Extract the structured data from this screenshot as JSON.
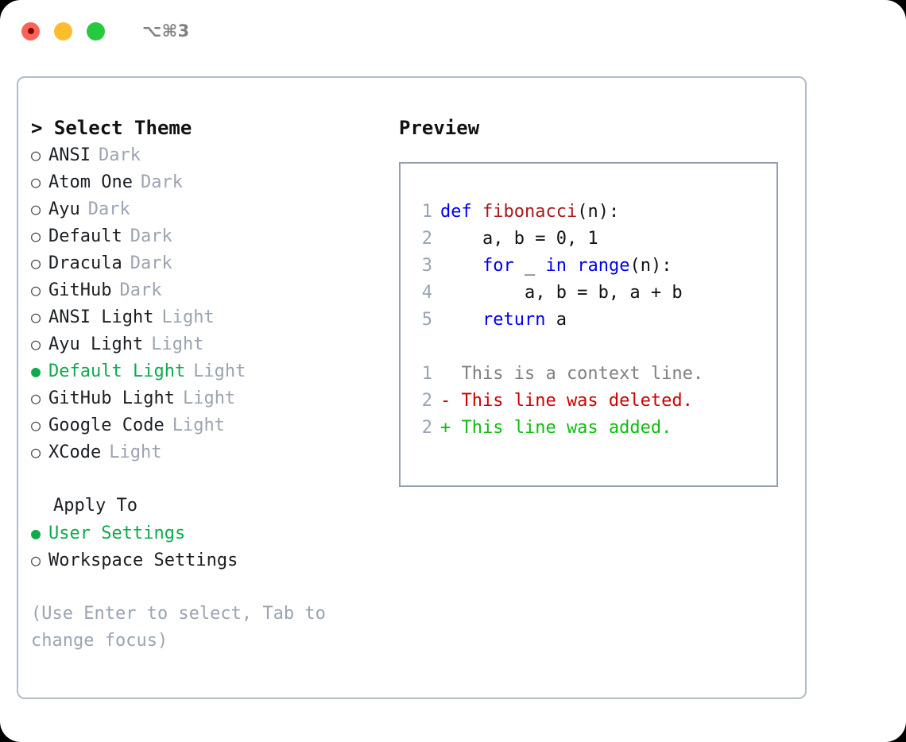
{
  "window": {
    "shortcut": "⌥⌘3",
    "traffic_lights": [
      {
        "name": "close",
        "color": "#ff6159"
      },
      {
        "name": "minimize",
        "color": "#ffbd2e"
      },
      {
        "name": "maximize",
        "color": "#27c93f"
      }
    ]
  },
  "colors": {
    "accent_green": "#0eaa4f",
    "muted": "#9aa4b2",
    "border": "#b3bcc8",
    "preview_border": "#94a0b0",
    "keyword_blue": "#0000ee",
    "function_red": "#a61b1b",
    "diff_add": "#11bb11",
    "diff_del": "#cc0000",
    "diff_ctx": "#808080"
  },
  "left": {
    "title": "> Select Theme",
    "themes": [
      {
        "marker": "○",
        "name": "ANSI",
        "tag": "Dark",
        "selected": false
      },
      {
        "marker": "○",
        "name": "Atom One",
        "tag": "Dark",
        "selected": false
      },
      {
        "marker": "○",
        "name": "Ayu",
        "tag": "Dark",
        "selected": false
      },
      {
        "marker": "○",
        "name": "Default",
        "tag": "Dark",
        "selected": false
      },
      {
        "marker": "○",
        "name": "Dracula",
        "tag": "Dark",
        "selected": false
      },
      {
        "marker": "○",
        "name": "GitHub",
        "tag": "Dark",
        "selected": false
      },
      {
        "marker": "○",
        "name": "ANSI Light",
        "tag": "Light",
        "selected": false
      },
      {
        "marker": "○",
        "name": "Ayu Light",
        "tag": "Light",
        "selected": false
      },
      {
        "marker": "●",
        "name": "Default Light",
        "tag": "Light",
        "selected": true
      },
      {
        "marker": "○",
        "name": "GitHub Light",
        "tag": "Light",
        "selected": false
      },
      {
        "marker": "○",
        "name": "Google Code",
        "tag": "Light",
        "selected": false
      },
      {
        "marker": "○",
        "name": "XCode",
        "tag": "Light",
        "selected": false
      }
    ],
    "apply_to_title": "Apply To",
    "apply_to": [
      {
        "marker": "●",
        "name": "User Settings",
        "selected": true
      },
      {
        "marker": "○",
        "name": "Workspace Settings",
        "selected": false
      }
    ],
    "hint": "(Use Enter to select, Tab to change focus)"
  },
  "right": {
    "label": "Preview",
    "code_lines": [
      {
        "no": "1",
        "tokens": [
          {
            "t": "def ",
            "k": "kw"
          },
          {
            "t": "fibonacci",
            "k": "fn"
          },
          {
            "t": "(n):",
            "k": "plain"
          }
        ]
      },
      {
        "no": "2",
        "tokens": [
          {
            "t": "    a, b = 0, 1",
            "k": "plain"
          }
        ]
      },
      {
        "no": "3",
        "tokens": [
          {
            "t": "    ",
            "k": "plain"
          },
          {
            "t": "for ",
            "k": "kw"
          },
          {
            "t": "_ ",
            "k": "plain"
          },
          {
            "t": "in ",
            "k": "kw"
          },
          {
            "t": "range",
            "k": "kw"
          },
          {
            "t": "(n):",
            "k": "plain"
          }
        ]
      },
      {
        "no": "4",
        "tokens": [
          {
            "t": "        a, b = b, a + b",
            "k": "plain"
          }
        ]
      },
      {
        "no": "5",
        "tokens": [
          {
            "t": "    ",
            "k": "plain"
          },
          {
            "t": "return ",
            "k": "kw"
          },
          {
            "t": "a",
            "k": "plain"
          }
        ]
      }
    ],
    "diff_lines": [
      {
        "no": "1",
        "text": "  This is a context line.",
        "kind": "ctx"
      },
      {
        "no": "2",
        "text": "- This line was deleted.",
        "kind": "del"
      },
      {
        "no": "2",
        "text": "+ This line was added.",
        "kind": "add"
      }
    ]
  }
}
